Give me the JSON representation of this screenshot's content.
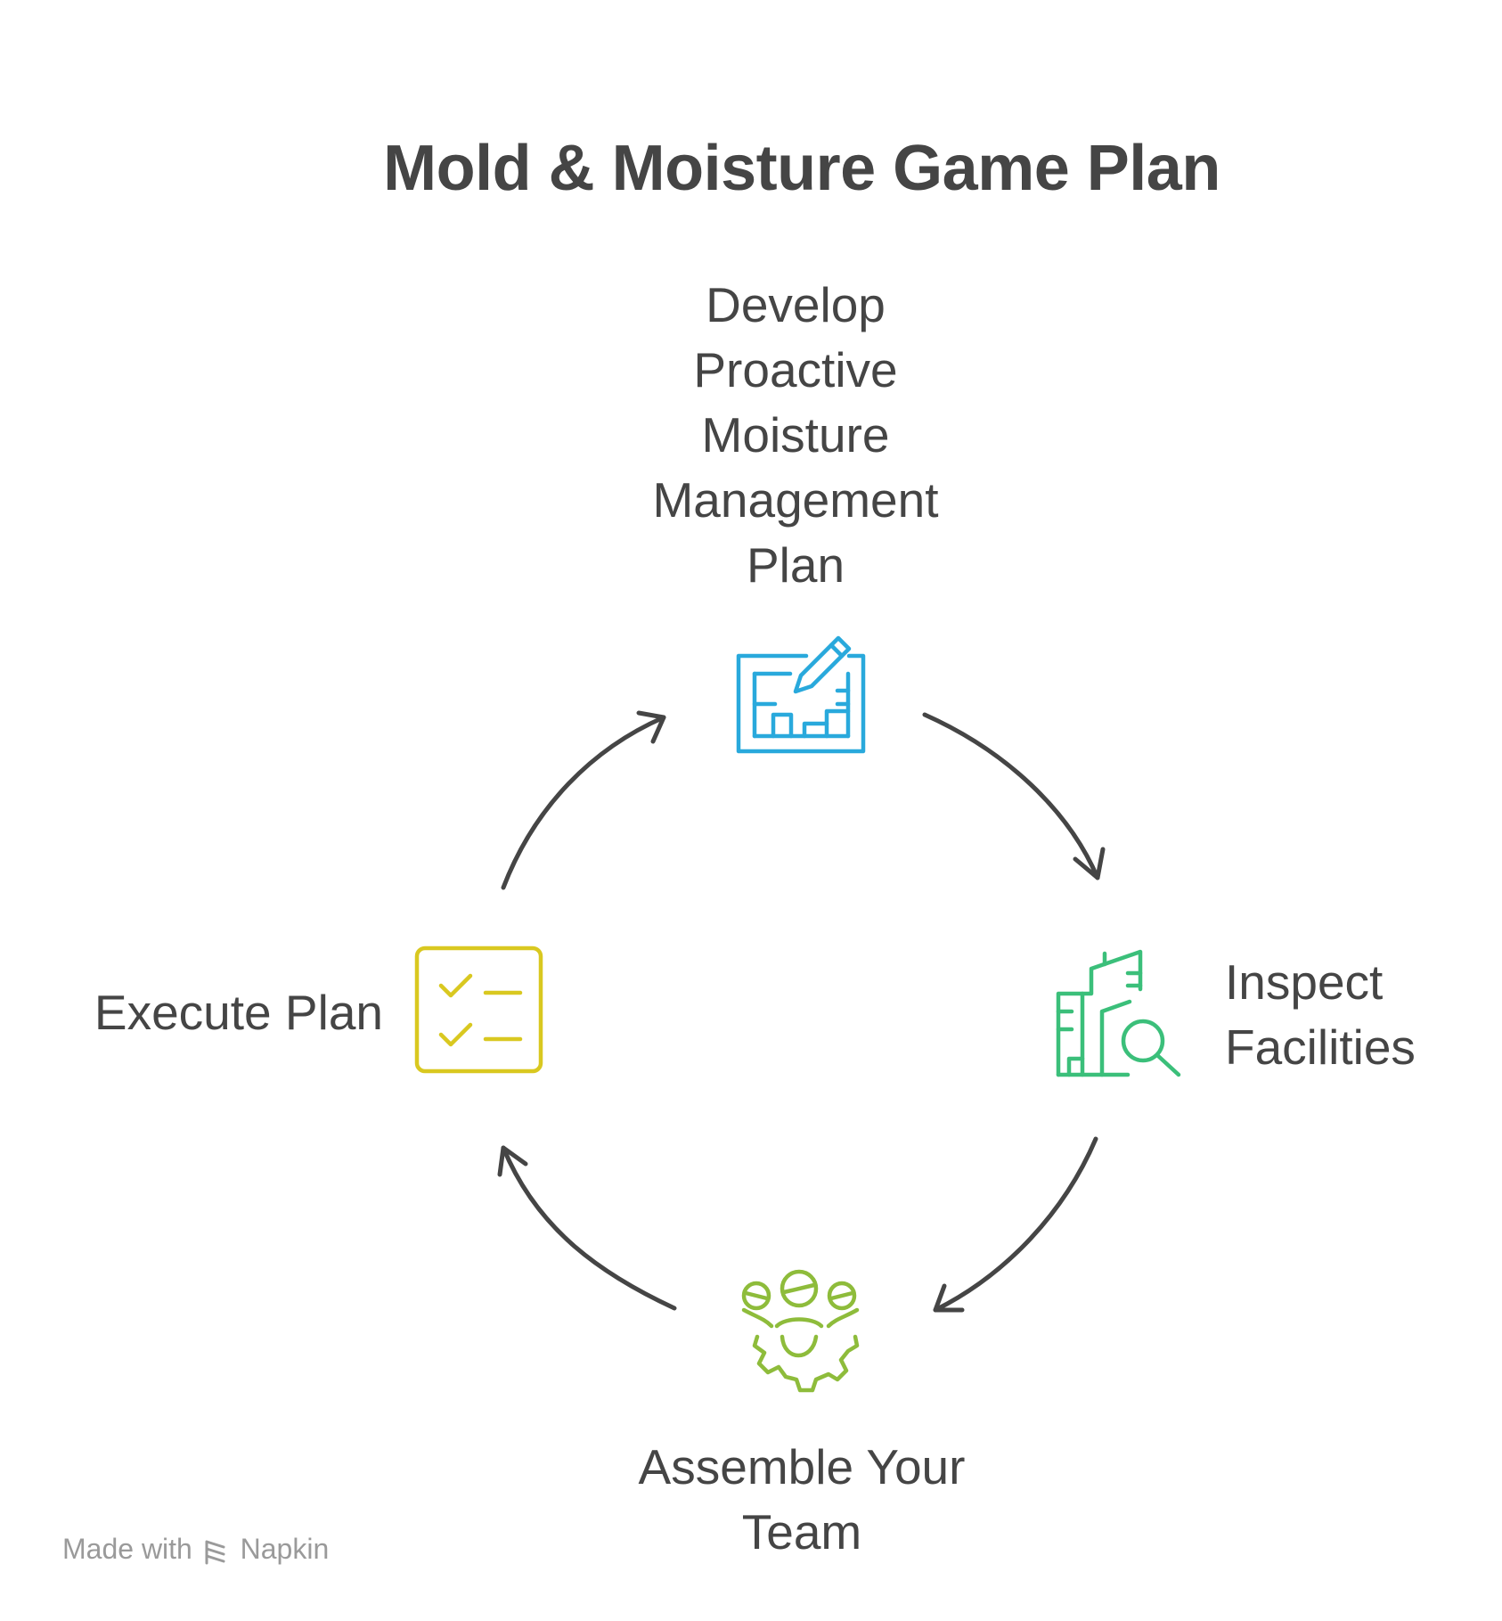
{
  "title": "Mold & Moisture Game Plan",
  "steps": [
    {
      "label_lines": [
        "Develop",
        "Proactive",
        "Moisture",
        "Management",
        "Plan"
      ],
      "icon": "blueprint-pencil-icon",
      "color": "#29a9dc"
    },
    {
      "label_lines": [
        "Inspect",
        "Facilities"
      ],
      "icon": "building-magnifier-icon",
      "color": "#3bbf7a"
    },
    {
      "label_lines": [
        "Assemble Your",
        "Team"
      ],
      "icon": "team-gear-icon",
      "color": "#8ebc3b"
    },
    {
      "label_lines": [
        "Execute Plan"
      ],
      "icon": "checklist-icon",
      "color": "#d9c820"
    }
  ],
  "watermark": {
    "made_with": "Made with",
    "brand": "Napkin"
  },
  "arrow_color": "#454545"
}
